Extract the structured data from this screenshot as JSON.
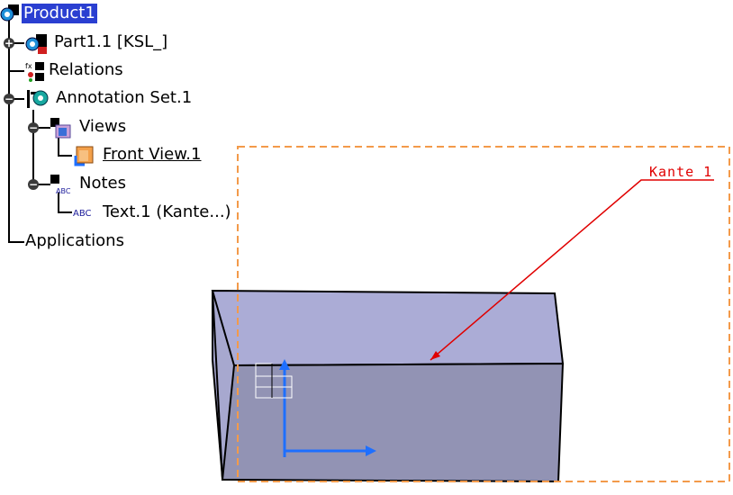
{
  "tree": {
    "root": {
      "label": "Product1",
      "icon": "product-gear-icon",
      "selected": true
    },
    "part": {
      "label": "Part1.1 [KSL_]",
      "icon": "part-gear-icon",
      "expander": "+"
    },
    "relations": {
      "label": "Relations",
      "icon": "relations-icon"
    },
    "annotation_set": {
      "label": "Annotation Set.1",
      "icon": "annotation-set-icon",
      "expander": "−"
    },
    "views": {
      "label": "Views",
      "icon": "views-icon",
      "expander": "−"
    },
    "front_view": {
      "label": "Front View.1",
      "icon": "front-view-icon",
      "underlined": true
    },
    "notes": {
      "label": "Notes",
      "icon": "abc-notes-icon",
      "expander": "−"
    },
    "text1": {
      "label": "Text.1 (Kante...)",
      "icon": "abc-text-icon"
    },
    "applications": {
      "label": "Applications"
    }
  },
  "annotation": {
    "text": "Kante 1",
    "color": "#e00000"
  },
  "colors": {
    "box_top": "#abacd6",
    "box_front": "#9293b4",
    "box_side": "#a7a8cf",
    "frame": "#f39a4a",
    "axis": "#1e6fff",
    "selection": "#2a3fd1"
  }
}
